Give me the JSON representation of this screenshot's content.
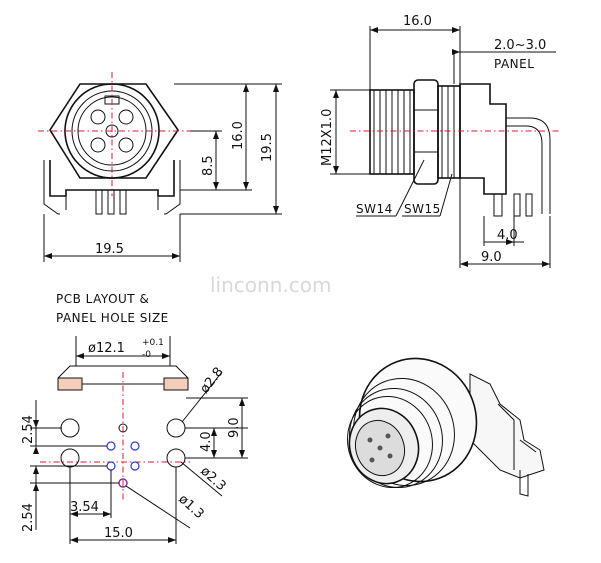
{
  "watermark": "linconn.com",
  "front_view": {
    "height_outer": "19.5",
    "height_hex": "16.0",
    "center_height": "8.5",
    "width": "19.5"
  },
  "side_view": {
    "length": "16.0",
    "panel_range": "2.0~3.0",
    "panel_label": "PANEL",
    "thread": "M12X1.0",
    "wrench_1": "SW14",
    "wrench_2": "SW15",
    "pin_offset": "4.0",
    "depth": "9.0"
  },
  "pcb_layout": {
    "title_line1": "PCB LAYOUT &",
    "title_line2": "PANEL HOLE SIZE",
    "hole_dia_prefix": "ø12.1",
    "tol_upper": "+0.1",
    "tol_lower": "-0",
    "mount_hole": "ø2.8",
    "pin_hole_a": "ø2.3",
    "pin_hole_b": "ø1.3",
    "pitch_y_top": "2.54",
    "pitch_y_bottom": "2.54",
    "pitch_x": "3.54",
    "total_width": "15.0",
    "span_y1": "4.0",
    "span_y2": "9.0"
  }
}
